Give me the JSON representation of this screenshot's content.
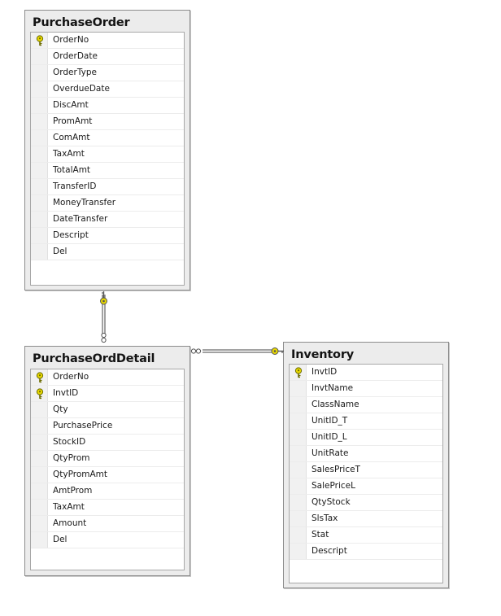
{
  "tables": {
    "purchase_order": {
      "title": "PurchaseOrder",
      "columns": [
        {
          "name": "OrderNo",
          "key": true
        },
        {
          "name": "OrderDate",
          "key": false
        },
        {
          "name": "OrderType",
          "key": false
        },
        {
          "name": "OverdueDate",
          "key": false
        },
        {
          "name": "DiscAmt",
          "key": false
        },
        {
          "name": "PromAmt",
          "key": false
        },
        {
          "name": "ComAmt",
          "key": false
        },
        {
          "name": "TaxAmt",
          "key": false
        },
        {
          "name": "TotalAmt",
          "key": false
        },
        {
          "name": "TransferID",
          "key": false
        },
        {
          "name": "MoneyTransfer",
          "key": false
        },
        {
          "name": "DateTransfer",
          "key": false
        },
        {
          "name": "Descript",
          "key": false
        },
        {
          "name": "Del",
          "key": false
        }
      ]
    },
    "purchase_ord_detail": {
      "title": "PurchaseOrdDetail",
      "columns": [
        {
          "name": "OrderNo",
          "key": true
        },
        {
          "name": "InvtID",
          "key": true
        },
        {
          "name": "Qty",
          "key": false
        },
        {
          "name": "PurchasePrice",
          "key": false
        },
        {
          "name": "StockID",
          "key": false
        },
        {
          "name": "QtyProm",
          "key": false
        },
        {
          "name": "QtyPromAmt",
          "key": false
        },
        {
          "name": "AmtProm",
          "key": false
        },
        {
          "name": "TaxAmt",
          "key": false
        },
        {
          "name": "Amount",
          "key": false
        },
        {
          "name": "Del",
          "key": false
        }
      ]
    },
    "inventory": {
      "title": "Inventory",
      "columns": [
        {
          "name": "InvtID",
          "key": true
        },
        {
          "name": "InvtName",
          "key": false
        },
        {
          "name": "ClassName",
          "key": false
        },
        {
          "name": "UnitID_T",
          "key": false
        },
        {
          "name": "UnitID_L",
          "key": false
        },
        {
          "name": "UnitRate",
          "key": false
        },
        {
          "name": "SalesPriceT",
          "key": false
        },
        {
          "name": "SalePriceL",
          "key": false
        },
        {
          "name": "QtyStock",
          "key": false
        },
        {
          "name": "SlsTax",
          "key": false
        },
        {
          "name": "Stat",
          "key": false
        },
        {
          "name": "Descript",
          "key": false
        }
      ]
    }
  },
  "relationships": [
    {
      "from": "PurchaseOrder",
      "to": "PurchaseOrdDetail",
      "one_end": "PurchaseOrder",
      "many_end": "PurchaseOrdDetail"
    },
    {
      "from": "Inventory",
      "to": "PurchaseOrdDetail",
      "one_end": "Inventory",
      "many_end": "PurchaseOrdDetail"
    }
  ],
  "colors": {
    "key_icon": "#e8d800",
    "relationship_line": "#444444",
    "table_background": "#ececec",
    "grid_background": "#ffffff"
  }
}
